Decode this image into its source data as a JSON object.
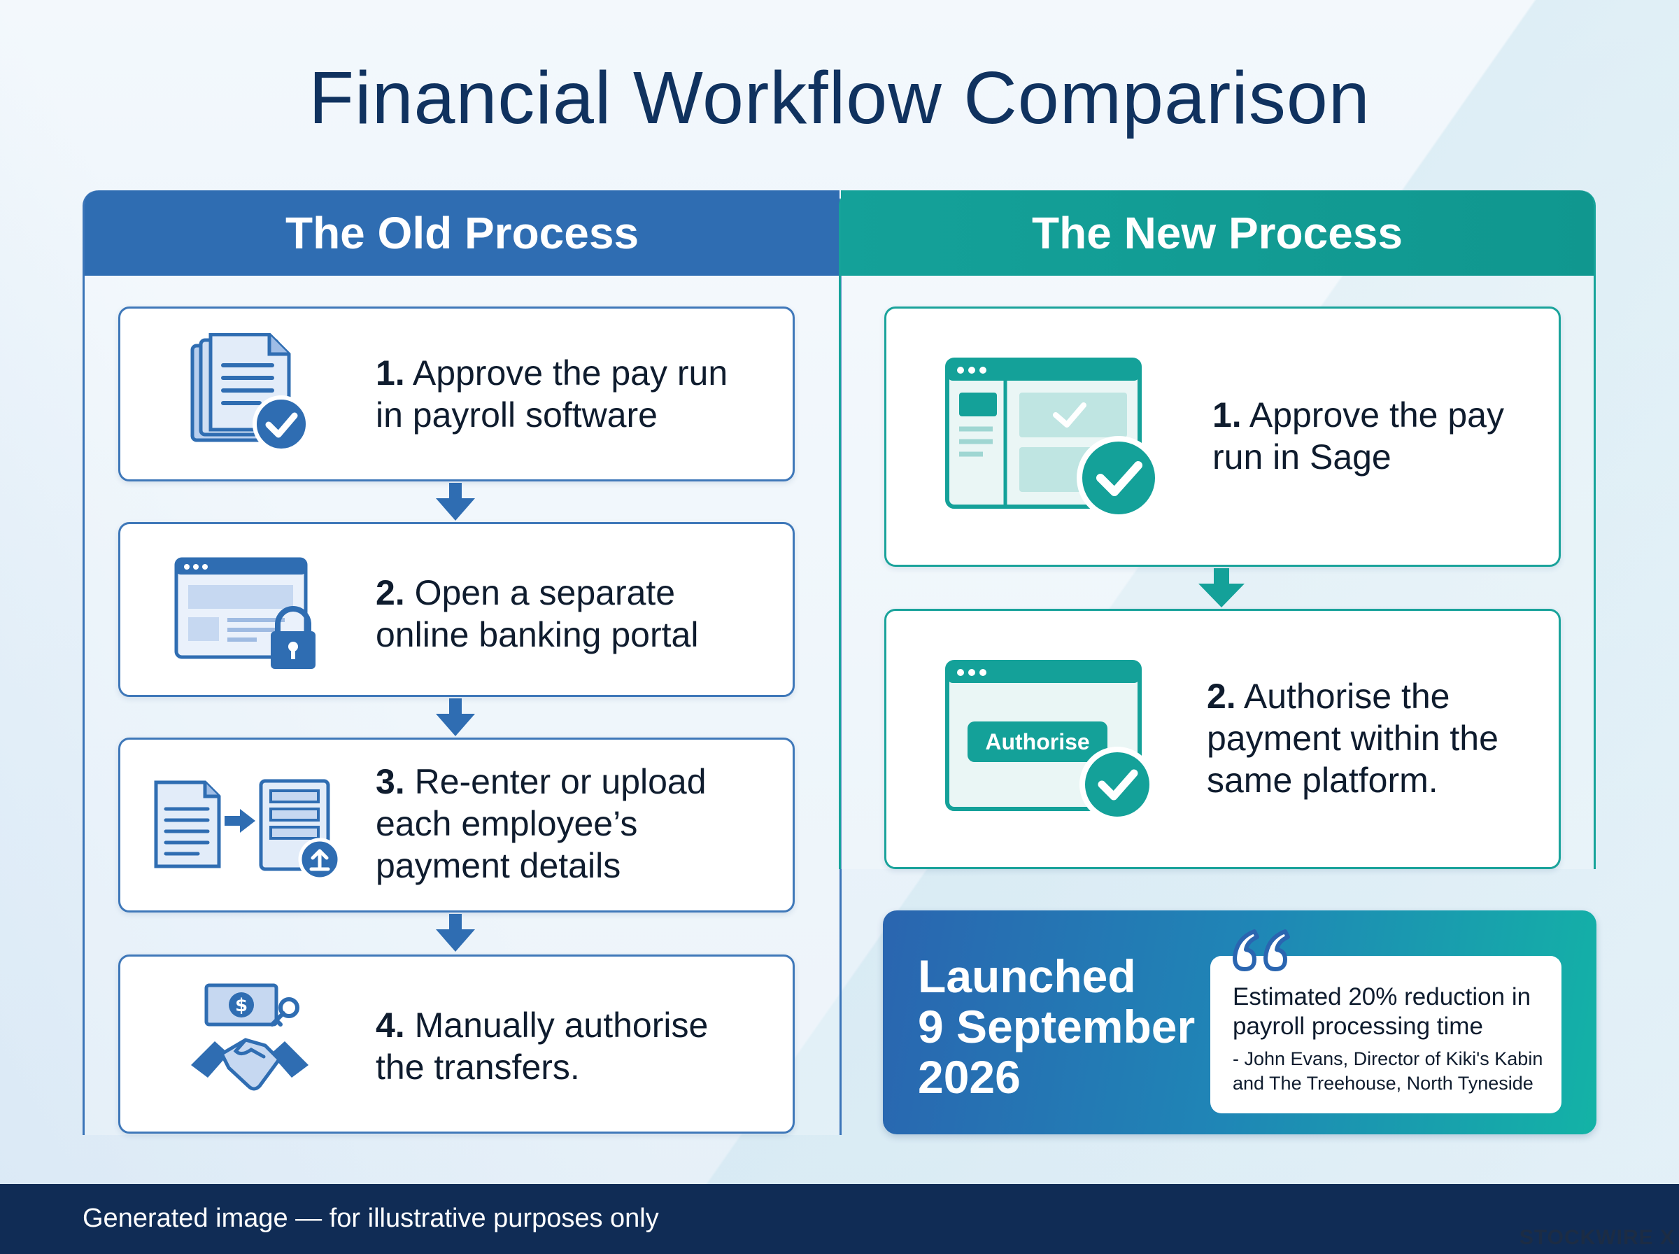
{
  "title": "Financial Workflow Comparison",
  "old_process": {
    "header": "The Old Process",
    "steps": [
      {
        "num": "1.",
        "text": "Approve the pay run in payroll software",
        "line1": "Approve the pay run",
        "line2": "in payroll software",
        "icon": "documents-check-icon"
      },
      {
        "num": "2.",
        "text": "Open a separate online banking portal",
        "line1": "Open a separate",
        "line2": "online banking portal",
        "icon": "browser-lock-icon"
      },
      {
        "num": "3.",
        "text": "Re-enter or upload each employee’s payment details",
        "line1": "Re-enter or upload",
        "line2": "each employee’s",
        "line3": "payment details",
        "icon": "document-transfer-upload-icon"
      },
      {
        "num": "4.",
        "text": "Manually authorise the transfers.",
        "line1": "Manually authorise",
        "line2": "the transfers.",
        "icon": "handshake-money-icon"
      }
    ]
  },
  "new_process": {
    "header": "The New Process",
    "steps": [
      {
        "num": "1.",
        "line1": "Approve the pay",
        "line2": "run in Sage",
        "icon": "dashboard-check-icon"
      },
      {
        "num": "2.",
        "line1": "Authorise the",
        "line2": "payment within the",
        "line3": "same platform.",
        "icon": "authorise-window-icon",
        "button_label": "Authorise"
      }
    ]
  },
  "launch": {
    "line1": "Launched",
    "line2": "9 September",
    "line3": "2026",
    "quote": "Estimated 20% reduction in payroll processing time",
    "quote_line1": "Estimated 20% reduction in",
    "quote_line2": "payroll processing time",
    "attribution_line1": "- John Evans, Director of Kiki's Kabin",
    "attribution_line2": "and The Treehouse, North Tyneside"
  },
  "footer": {
    "disclaimer": "Generated image — for illustrative purposes only",
    "watermark": "STOCKWIRE X"
  },
  "colors": {
    "old_accent": "#2f6db2",
    "new_accent": "#14a199",
    "title": "#10325f",
    "footer_bg": "#102c55"
  }
}
